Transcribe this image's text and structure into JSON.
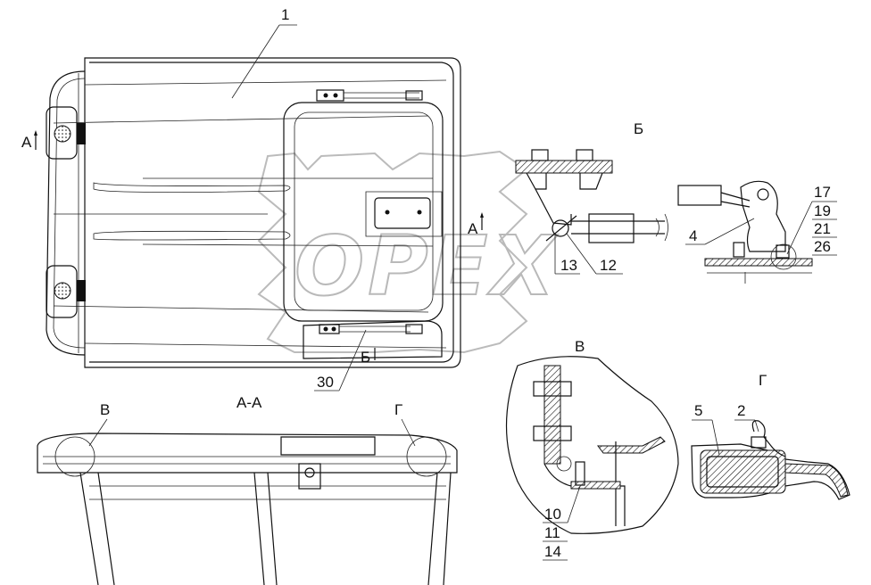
{
  "watermark": {
    "text": "OPEX",
    "color": "#bdbdbd"
  },
  "line_color": "#111111",
  "background": "#ffffff",
  "views": {
    "top": {
      "part_1": "1",
      "part_30": "30",
      "section_marks": [
        "А",
        "А"
      ],
      "view_mark": "Б"
    },
    "section_aa": {
      "title": "А-А",
      "detail_v": "В",
      "detail_g": "Г"
    },
    "detail_b": {
      "title": "Б",
      "callouts": [
        "13",
        "12",
        "4",
        "17",
        "19",
        "21",
        "26"
      ]
    },
    "detail_v": {
      "title": "В",
      "callouts": [
        "10",
        "11",
        "14"
      ]
    },
    "detail_g": {
      "title": "Г",
      "callouts": [
        "5",
        "2"
      ]
    }
  }
}
